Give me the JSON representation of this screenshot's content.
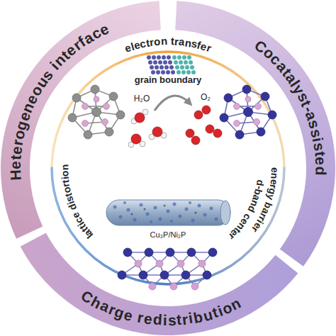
{
  "diagram": {
    "nodes": [
      {
        "text": [
          "Heterogeneous interface"
        ]
      },
      {
        "text": [
          "Cocatalyst-assisted"
        ]
      },
      {
        "text": [
          "Charge redistribution"
        ]
      }
    ],
    "labels": [
      "electron transfer",
      "grain boundary",
      "H₂O",
      "O₂",
      "lattice distortion",
      "d-band center",
      "energy barrier",
      "Cu₃P/Ni₂P"
    ]
  }
}
